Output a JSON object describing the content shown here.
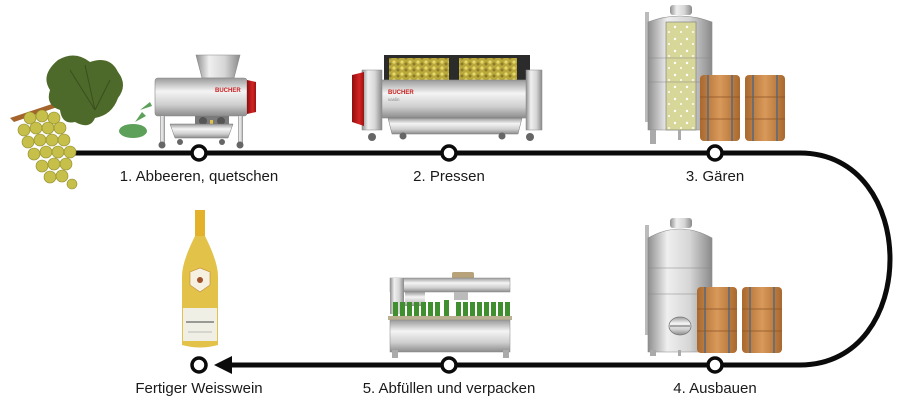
{
  "title": "Weisswein Herstellung",
  "brand": {
    "name": "BUCHER",
    "sub": "vaslin",
    "color": "#cc1f1f"
  },
  "colors": {
    "line": "#0b0b0b",
    "steel_light": "#f2f2f2",
    "steel_dark": "#8a8a8a",
    "wood": "#c98a4e",
    "must": "#d8d89a",
    "bottle_green": "#3f8f2f",
    "wine": "#e3c24a",
    "leaf": "#4f6b2a",
    "grape": "#c9c24a"
  },
  "steps": [
    {
      "id": "step-1",
      "label": "1. Abbeeren, quetschen",
      "icon": "destemmer-crusher-icon"
    },
    {
      "id": "step-2",
      "label": "2. Pressen",
      "icon": "wine-press-icon"
    },
    {
      "id": "step-3",
      "label": "3. Gären",
      "icon": "fermentation-tank-barrels-icon"
    },
    {
      "id": "step-4",
      "label": "4. Ausbauen",
      "icon": "aging-tank-barrels-icon"
    },
    {
      "id": "step-5",
      "label": "5. Abfüllen und verpacken",
      "icon": "bottling-machine-icon"
    },
    {
      "id": "final",
      "label": "Fertiger Weisswein",
      "icon": "wine-bottle-icon"
    }
  ],
  "start_icon": "grape-vine-icon"
}
